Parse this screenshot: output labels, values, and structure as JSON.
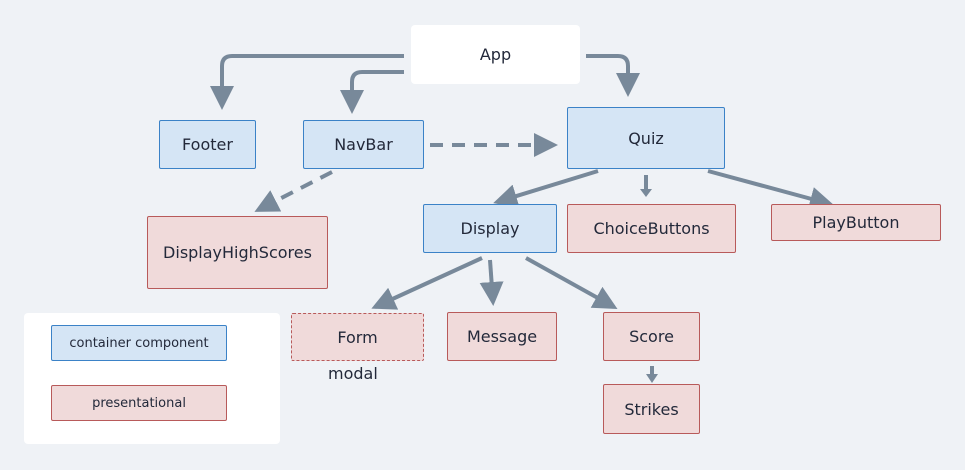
{
  "nodes": {
    "app": "App",
    "footer": "Footer",
    "navbar": "NavBar",
    "quiz": "Quiz",
    "display_high_scores": "DisplayHighScores",
    "display": "Display",
    "choice_buttons": "ChoiceButtons",
    "play_button": "PlayButton",
    "form": "Form",
    "message": "Message",
    "score": "Score",
    "strikes": "Strikes"
  },
  "annotations": {
    "form_modal": "modal"
  },
  "legend": {
    "container": "container component",
    "presentational": "presentational"
  },
  "colors": {
    "background": "#eff2f6",
    "container_fill": "#d5e5f5",
    "container_border": "#3b82c7",
    "presentational_fill": "#f0dada",
    "presentational_border": "#b85a5a",
    "arrow": "#78899a"
  },
  "edges": [
    {
      "from": "App",
      "to": "Footer",
      "style": "solid"
    },
    {
      "from": "App",
      "to": "NavBar",
      "style": "solid"
    },
    {
      "from": "App",
      "to": "Quiz",
      "style": "solid"
    },
    {
      "from": "NavBar",
      "to": "Quiz",
      "style": "dashed"
    },
    {
      "from": "NavBar",
      "to": "DisplayHighScores",
      "style": "dashed"
    },
    {
      "from": "Quiz",
      "to": "Display",
      "style": "solid"
    },
    {
      "from": "Quiz",
      "to": "ChoiceButtons",
      "style": "solid"
    },
    {
      "from": "Quiz",
      "to": "PlayButton",
      "style": "solid"
    },
    {
      "from": "Display",
      "to": "Form",
      "style": "solid"
    },
    {
      "from": "Display",
      "to": "Message",
      "style": "solid"
    },
    {
      "from": "Display",
      "to": "Score",
      "style": "solid"
    },
    {
      "from": "Score",
      "to": "Strikes",
      "style": "solid"
    }
  ]
}
